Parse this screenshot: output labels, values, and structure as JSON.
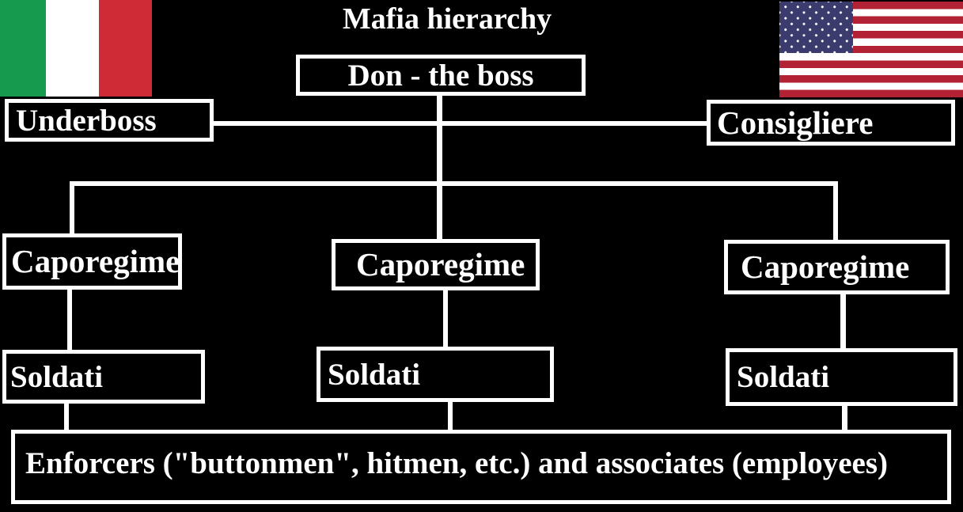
{
  "title": "Mafia hierarchy",
  "nodes": {
    "don": {
      "label": "Don - the boss"
    },
    "underboss": {
      "label": "Underboss"
    },
    "consigliere": {
      "label": "Consigliere"
    },
    "caporegime_left": {
      "label": "Caporegime"
    },
    "caporegime_middle": {
      "label": "Caporegime"
    },
    "caporegime_right": {
      "label": "Caporegime"
    },
    "soldati_left": {
      "label": "Soldati"
    },
    "soldati_middle": {
      "label": "Soldati"
    },
    "soldati_right": {
      "label": "Soldati"
    },
    "enforcers": {
      "label": "Enforcers (\"buttonmen\", hitmen, etc.) and associates (employees)"
    }
  },
  "flags": {
    "italy": {
      "name": "flag-of-italy",
      "green": "#169B4E",
      "white": "#FFFFFF",
      "red": "#CE2B37"
    },
    "usa": {
      "name": "flag-of-united-states",
      "red": "#B22234",
      "white": "#FFFFFF",
      "blue": "#3C3B6E"
    }
  },
  "colors": {
    "background": "#000000",
    "line": "#FFFFFF",
    "text": "#FFFFFF"
  }
}
